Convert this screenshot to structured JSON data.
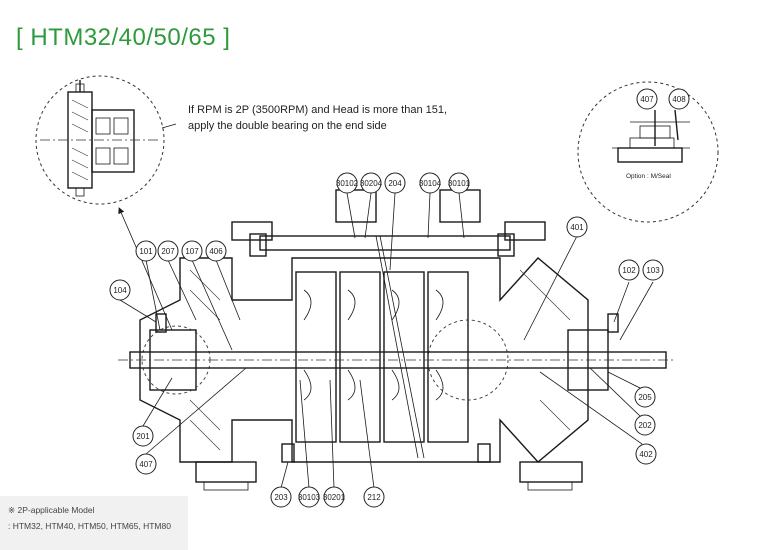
{
  "title": "[ HTM32/40/50/65 ]",
  "note": {
    "line1": "If RPM is 2P (3500RPM) and Head is more than 151,",
    "line2": "apply the double bearing on the end side"
  },
  "option_label": "Option : M/Seal",
  "model_note": {
    "line1": "※ 2P-applicable Model",
    "line2": ": HTM32, HTM40, HTM50, HTM65, HTM80"
  },
  "balloons": {
    "b30102": "30102",
    "b30204": "30204",
    "b204": "204",
    "b30104": "30104",
    "b30101": "30101",
    "b401": "401",
    "b101": "101",
    "b207": "207",
    "b107": "107",
    "b406": "406",
    "b104": "104",
    "b102": "102",
    "b103": "103",
    "b201": "201",
    "b407a": "407",
    "b205": "205",
    "b202": "202",
    "b402": "402",
    "b203": "203",
    "b30103": "30103",
    "b30201": "30201",
    "b212": "212",
    "b407b": "407",
    "b408": "408"
  },
  "colors": {
    "title": "#2e9a3c",
    "line": "#1a1a1a",
    "model_box": "#f1f1f1"
  }
}
